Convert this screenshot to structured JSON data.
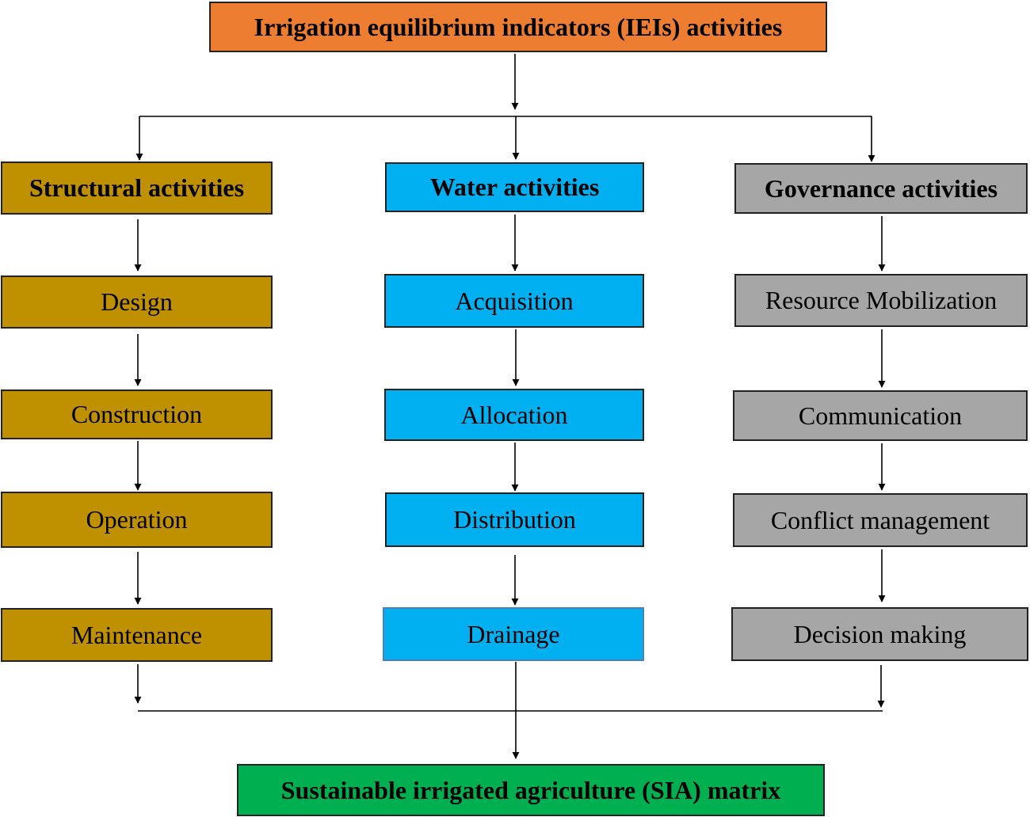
{
  "colors": {
    "top": "#ED7D31",
    "structural": "#BF9000",
    "water": "#00B0F0",
    "governance": "#A6A6A6",
    "bottom": "#00B050",
    "line": "#000000"
  },
  "top": {
    "label": "Irrigation equilibrium indicators (IEIs) activities"
  },
  "bottom": {
    "label": "Sustainable irrigated agriculture (SIA) matrix"
  },
  "columns": [
    {
      "header": "Structural activities",
      "items": [
        "Design",
        "Construction",
        "Operation",
        "Maintenance"
      ]
    },
    {
      "header": "Water activities",
      "items": [
        "Acquisition",
        "Allocation",
        "Distribution",
        "Drainage"
      ]
    },
    {
      "header": "Governance activities",
      "items": [
        "Resource Mobilization",
        "Communication",
        "Conflict management",
        "Decision making"
      ]
    }
  ]
}
